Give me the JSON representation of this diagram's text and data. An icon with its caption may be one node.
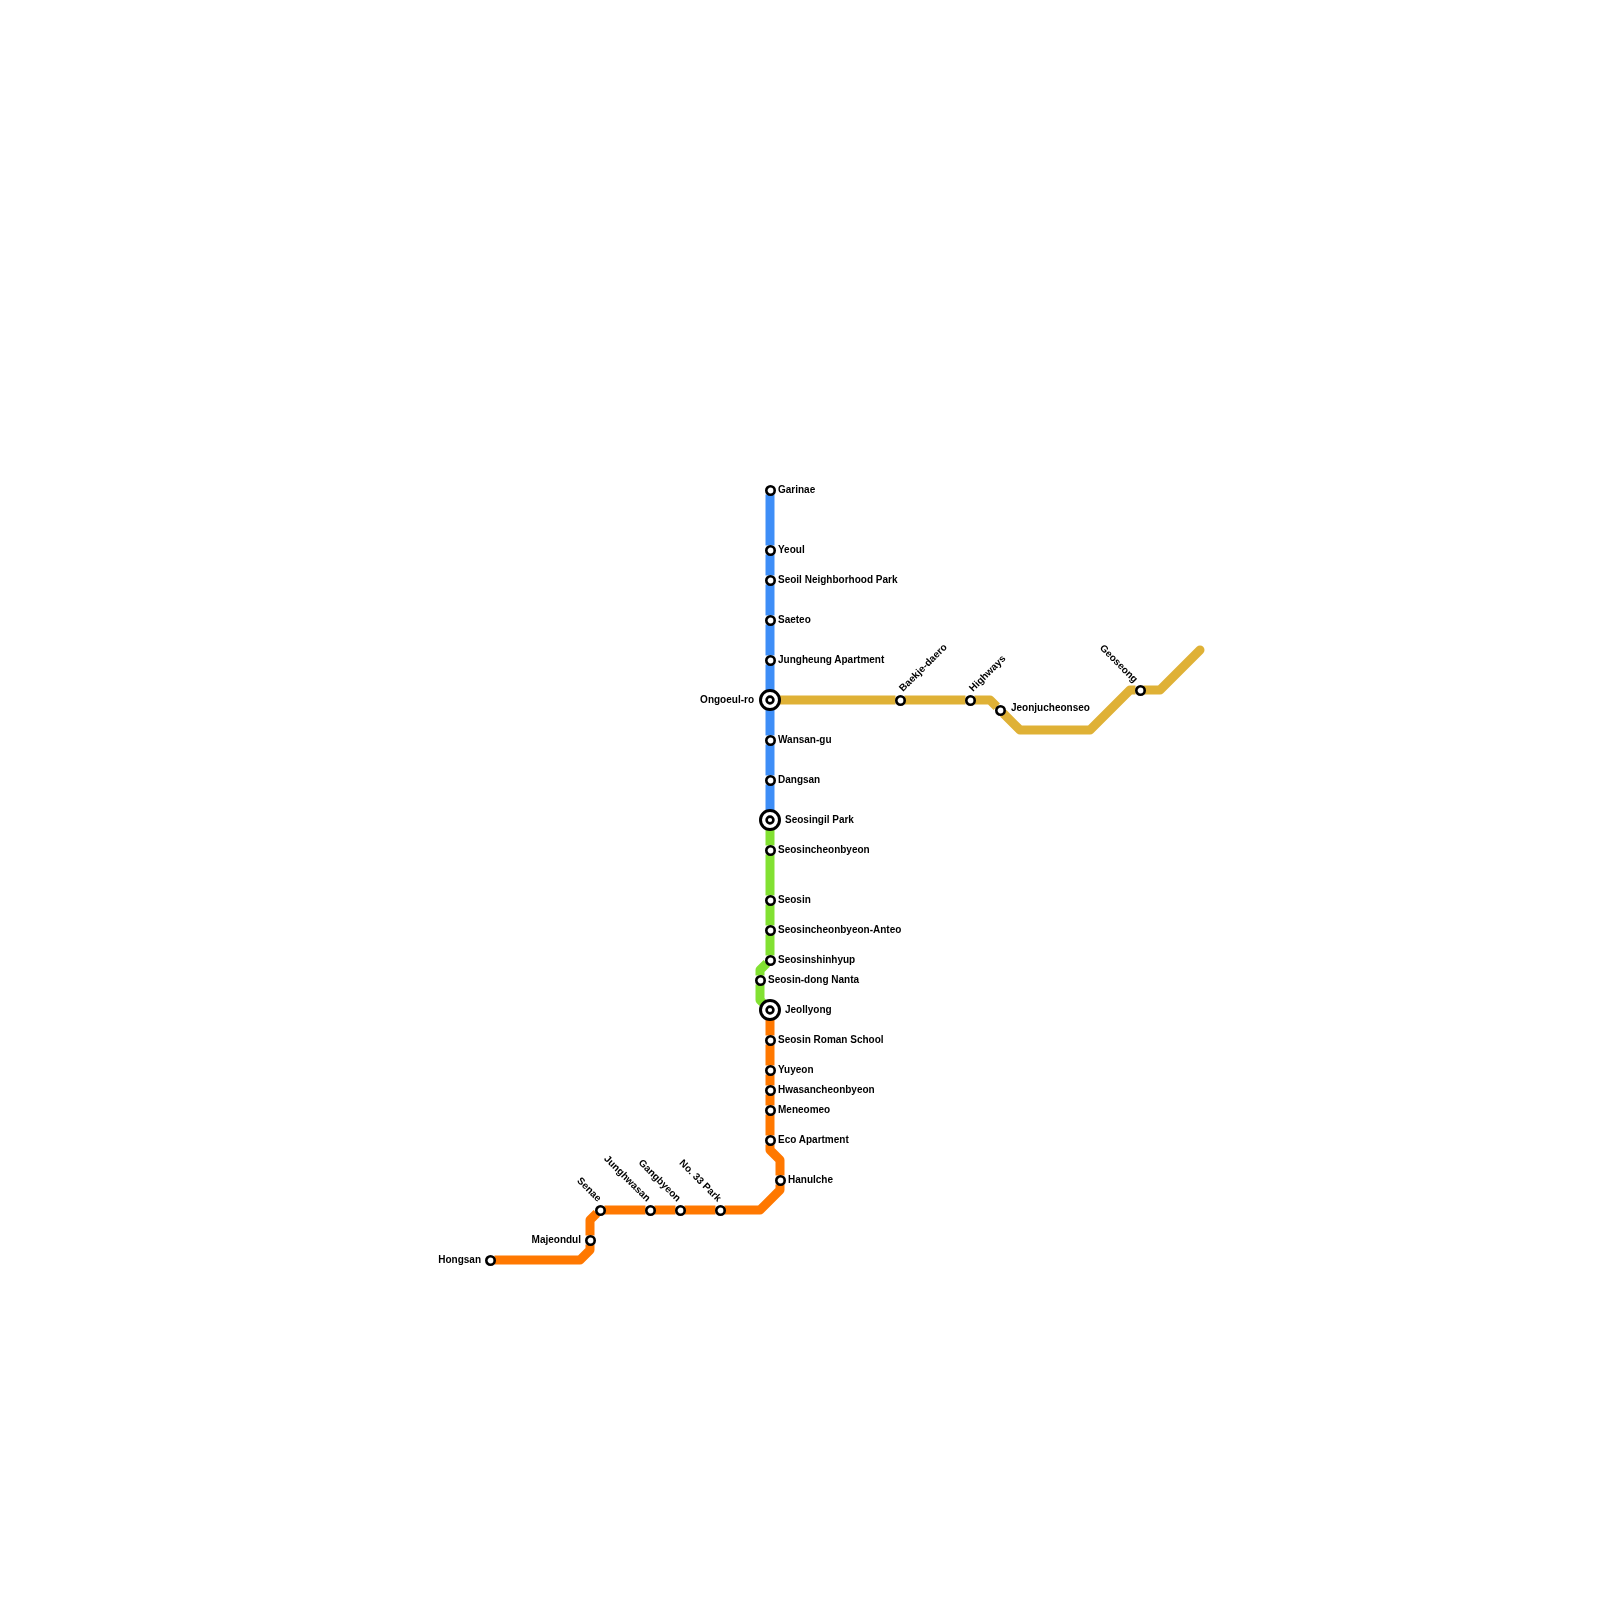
{
  "diagram": {
    "nodes": [
      {
        "text": [],
        "shape": "circle",
        "beside": [
          "Garinae"
        ]
      },
      {
        "text": [],
        "shape": "circle",
        "beside": [
          "Yeoul"
        ]
      },
      {
        "text": [],
        "shape": "circle",
        "beside": [
          "Seoil Neighborhood Park"
        ]
      },
      {
        "text": [],
        "shape": "circle",
        "beside": [
          "Saeteo"
        ]
      },
      {
        "text": [],
        "shape": "circle",
        "beside": [
          "Jungheung Apartment"
        ]
      },
      {
        "text": [],
        "shape": "circle",
        "beside": [
          "Ongoeul-ro"
        ]
      },
      {
        "text": [],
        "shape": "circle",
        "beside": [
          "Wansan-gu"
        ]
      },
      {
        "text": [],
        "shape": "circle",
        "beside": [
          "Dangsan"
        ]
      },
      {
        "text": [],
        "shape": "circle",
        "beside": [
          "Seosingil Park"
        ]
      },
      {
        "text": [],
        "shape": "circle",
        "beside": [
          "Seosincheonbyeon"
        ]
      },
      {
        "text": [],
        "shape": "circle",
        "beside": [
          "Seosin"
        ]
      },
      {
        "text": [],
        "shape": "circle",
        "beside": [
          "Seosincheonbyeon-Anteo"
        ]
      },
      {
        "text": [],
        "shape": "circle",
        "beside": [
          "Seosinshinhyup"
        ]
      },
      {
        "text": [],
        "shape": "circle",
        "beside": [
          "Seosin-dong Nanta"
        ]
      },
      {
        "text": [],
        "shape": "circle",
        "beside": [
          "Jeollyong"
        ]
      },
      {
        "text": [],
        "shape": "circle",
        "beside": [
          "Seosin Roman School"
        ]
      },
      {
        "text": [],
        "shape": "circle",
        "beside": [
          "Yuyeon"
        ]
      },
      {
        "text": [],
        "shape": "circle",
        "beside": [
          "Hwasancheonbyeon"
        ]
      },
      {
        "text": [],
        "shape": "circle",
        "beside": [
          "Meneomeo"
        ]
      },
      {
        "text": [],
        "shape": "circle",
        "beside": [
          "Eco Apartment"
        ]
      },
      {
        "text": [],
        "shape": "circle",
        "beside": [
          "Hanulche"
        ]
      },
      {
        "text": [],
        "shape": "circle",
        "beside": [
          "No. 33 Park"
        ]
      },
      {
        "text": [],
        "shape": "circle",
        "beside": [
          "Gangbyeon"
        ]
      },
      {
        "text": [],
        "shape": "circle",
        "beside": [
          "Junghwasan"
        ]
      },
      {
        "text": [],
        "shape": "circle",
        "beside": [
          "Senae"
        ]
      },
      {
        "text": [],
        "shape": "circle",
        "beside": [
          "Majeondul"
        ]
      },
      {
        "text": [],
        "shape": "circle",
        "beside": [
          "Hongsan"
        ]
      },
      {
        "text": [],
        "shape": "circle",
        "beside": [
          "Baekje-daero"
        ]
      },
      {
        "text": [],
        "shape": "circle",
        "beside": [
          "Highways"
        ]
      },
      {
        "text": [],
        "shape": "circle",
        "beside": [
          "Jeonjucheonseo"
        ]
      },
      {
        "text": [],
        "shape": "circle",
        "beside": [
          "Geoseong"
        ]
      }
    ],
    "edges": [
      {
        "from": 0,
        "to": 1,
        "arrow": "none",
        "color": "#3e8ef7"
      },
      {
        "from": 1,
        "to": 2,
        "arrow": "none",
        "color": "#3e8ef7"
      },
      {
        "from": 2,
        "to": 3,
        "arrow": "none",
        "color": "#3e8ef7"
      },
      {
        "from": 3,
        "to": 4,
        "arrow": "none",
        "color": "#3e8ef7"
      },
      {
        "from": 4,
        "to": 5,
        "arrow": "none",
        "color": "#3e8ef7"
      },
      {
        "from": 5,
        "to": 6,
        "arrow": "none",
        "color": "#3e8ef7"
      },
      {
        "from": 6,
        "to": 7,
        "arrow": "none",
        "color": "#3e8ef7"
      },
      {
        "from": 7,
        "to": 8,
        "arrow": "none",
        "color": "#3e8ef7"
      },
      {
        "from": 8,
        "to": 9,
        "arrow": "none",
        "color": "#82e132"
      },
      {
        "from": 9,
        "to": 10,
        "arrow": "none",
        "color": "#82e132"
      },
      {
        "from": 10,
        "to": 11,
        "arrow": "none",
        "color": "#82e132"
      },
      {
        "from": 11,
        "to": 12,
        "arrow": "none",
        "color": "#82e132"
      },
      {
        "from": 12,
        "to": 13,
        "arrow": "none",
        "color": "#82e132"
      },
      {
        "from": 13,
        "to": 14,
        "arrow": "none",
        "color": "#82e132"
      },
      {
        "from": 14,
        "to": 15,
        "arrow": "none"
      },
      {
        "from": 15,
        "to": 16,
        "arrow": "none"
      },
      {
        "from": 16,
        "to": 17,
        "arrow": "none"
      },
      {
        "from": 17,
        "to": 18,
        "arrow": "none"
      },
      {
        "from": 18,
        "to": 19,
        "arrow": "none"
      },
      {
        "from": 19,
        "to": 20,
        "arrow": "none"
      },
      {
        "from": 20,
        "to": 21,
        "arrow": "none"
      },
      {
        "from": 21,
        "to": 22,
        "arrow": "none"
      },
      {
        "from": 22,
        "to": 23,
        "arrow": "none"
      },
      {
        "from": 23,
        "to": 24,
        "arrow": "none"
      },
      {
        "from": 24,
        "to": 25,
        "arrow": "none"
      },
      {
        "from": 25,
        "to": 26,
        "arrow": "none"
      },
      {
        "from": 5,
        "to": 27,
        "arrow": "none",
        "color": "#dfb136"
      },
      {
        "from": 27,
        "to": 28,
        "arrow": "none",
        "color": "#dfb136"
      },
      {
        "from": 28,
        "to": 29,
        "arrow": "none",
        "color": "#dfb136"
      },
      {
        "from": 29,
        "to": 30,
        "arrow": "none",
        "color": "#dfb136"
      },
      {
        "from": 30,
        "to": null,
        "arrow": "none",
        "color": "#dfb136"
      }
    ]
  }
}
